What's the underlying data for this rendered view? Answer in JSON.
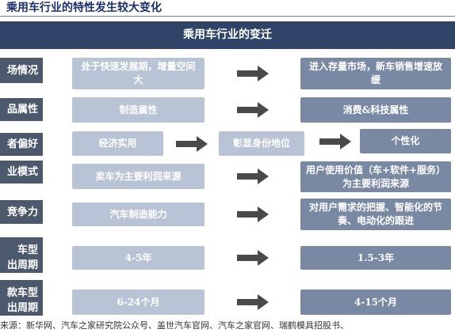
{
  "title": "乘用车行业的特性发生较大变化",
  "header": "乘用车行业的变迁",
  "rows": [
    {
      "label": "场情况",
      "before": "处于快速发展期，增量空间大",
      "after": "进入存量市场，新车销售增速放缓"
    },
    {
      "label": "品属性",
      "before": "制造属性",
      "after": "消费&科技属性"
    },
    {
      "label": "者偏好",
      "before": "经济实用",
      "middle": "彰显身份地位",
      "after": "个性化"
    },
    {
      "label": "业模式",
      "before": "卖车为主要利润来源",
      "after": "用户使用价值（车+软件+服务）为主要利润来源"
    },
    {
      "label": "竞争力",
      "before": "汽车制造能力",
      "after": "对用户需求的把握、智能化的节奏、电动化的跟进"
    },
    {
      "label": "车型出周期",
      "label_lines": [
        "车型",
        "出周期"
      ],
      "before": "4-5年",
      "after": "1.5-3年"
    },
    {
      "label": "款车型出周期",
      "label_lines": [
        "款车型",
        "出周期"
      ],
      "before": "6-24个月",
      "after": "4-15个月"
    }
  ],
  "source": "来源：新华网、汽车之家研究院公众号、盖世汽车官网、汽车之家官网、瑞鹤模具招股书、"
}
